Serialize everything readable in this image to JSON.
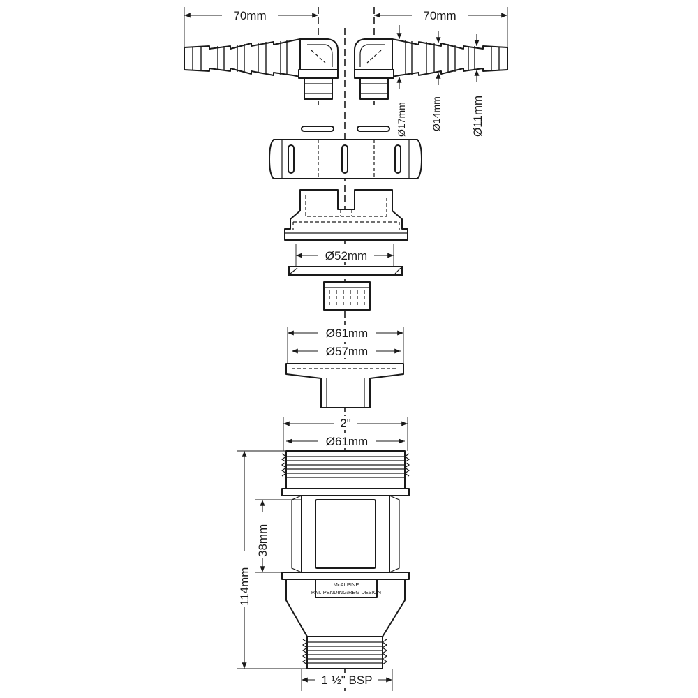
{
  "dimensions": {
    "hose_length_left": "70mm",
    "hose_length_right": "70mm",
    "tail_dia_outer": "Ø17mm",
    "tail_dia_mid": "Ø14mm",
    "tail_dia_inner": "Ø11mm",
    "washer_dia": "Ø52mm",
    "flange_outer_dia": "Ø61mm",
    "flange_inner_dia": "Ø57mm",
    "body_nominal": "2\"",
    "body_thread_dia": "Ø61mm",
    "body_height_total": "114mm",
    "body_window_height": "38mm",
    "outlet_thread": "1 ½\" BSP"
  },
  "body_marking": {
    "line1": "McALPINE",
    "line2": "PAT. PENDING/REG DESIGN"
  }
}
